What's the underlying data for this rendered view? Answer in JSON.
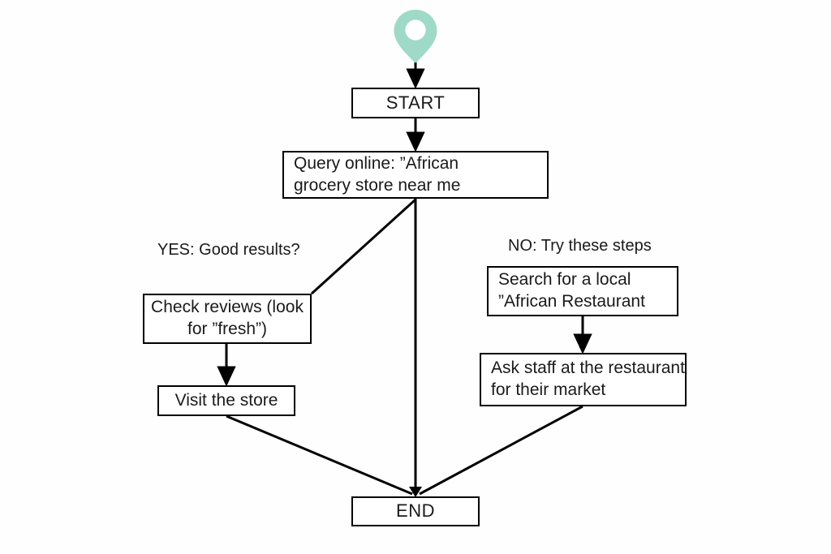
{
  "diagram": {
    "title": "African grocery store search flowchart",
    "background_color": "#fefefe",
    "line_color": "#000000",
    "text_color": "#1a1a1a",
    "pin_color": "#9FD9C7"
  },
  "nodes": {
    "start": {
      "label": "START",
      "shape": "rectangle"
    },
    "query": {
      "line1": "Query online: ”African",
      "line2": "grocery store near me",
      "shape": "rectangle"
    },
    "check_reviews": {
      "line1": "Check reviews (look",
      "line2": "for ”fresh”)",
      "shape": "rectangle"
    },
    "visit_store": {
      "label": "Visit the store",
      "shape": "rectangle"
    },
    "search_restaurant": {
      "line1": "Search for a local",
      "line2": "”African Restaurant",
      "shape": "rectangle"
    },
    "ask_staff": {
      "line1": "Ask staff at the restaurant",
      "line2": "for their market",
      "shape": "rectangle"
    },
    "end": {
      "label": "END",
      "shape": "rectangle"
    }
  },
  "branch_labels": {
    "yes": "YES: Good results?",
    "no": "NO: Try these steps"
  },
  "icons": {
    "map_pin": "map-pin-icon"
  }
}
